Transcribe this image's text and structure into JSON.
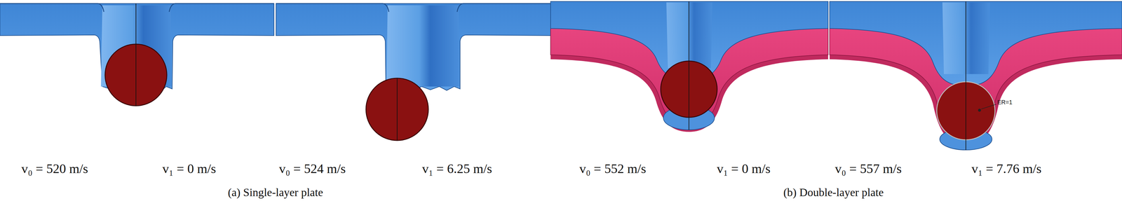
{
  "diagram": {
    "labels": [
      "v₀ = 520 m/s",
      "v₁ = 0 m/s",
      "v₀ = 524 m/s",
      "v₁ = 6.25 m/s",
      "v₀ = 552 m/s",
      "v₁ = 0 m/s",
      "v₀ = 557 m/s",
      "v₁ = 7.76 m/s",
      "(a) Single-layer plate",
      "(b) Double-layer plate",
      "ER=1"
    ]
  }
}
